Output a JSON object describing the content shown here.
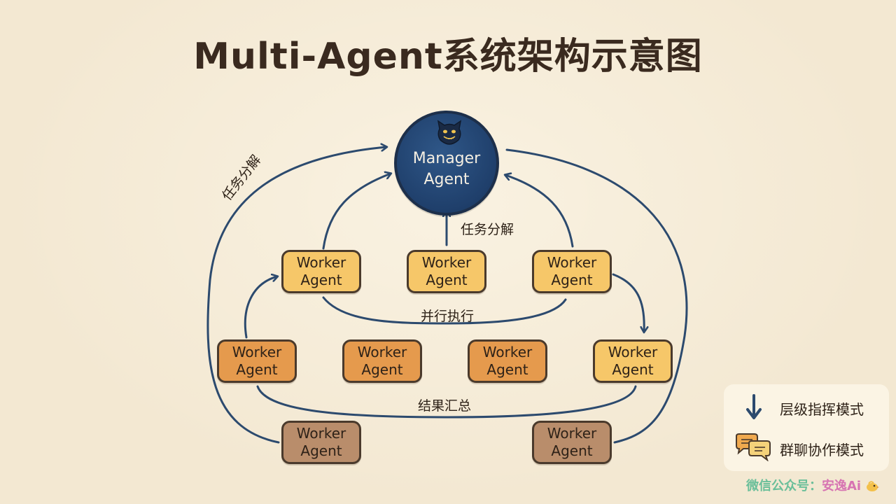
{
  "title": "Multi-Agent系统架构示意图",
  "manager": {
    "label_line1": "Manager",
    "label_line2": "Agent",
    "icon": "cat-face-icon"
  },
  "workers": [
    {
      "id": "w1",
      "line1": "Worker",
      "line2": "Agent",
      "color": "#f6c769"
    },
    {
      "id": "w2",
      "line1": "Worker",
      "line2": "Agent",
      "color": "#f6c769"
    },
    {
      "id": "w3",
      "line1": "Worker",
      "line2": "Agent",
      "color": "#f6c769"
    },
    {
      "id": "w4",
      "line1": "Worker",
      "line2": "Agent",
      "color": "#e59a4d"
    },
    {
      "id": "w5",
      "line1": "Worker",
      "line2": "Agent",
      "color": "#e59a4d"
    },
    {
      "id": "w6",
      "line1": "Worker",
      "line2": "Agent",
      "color": "#e59a4d"
    },
    {
      "id": "w7",
      "line1": "Worker",
      "line2": "Agent",
      "color": "#f6c769"
    },
    {
      "id": "w8",
      "line1": "Worker",
      "line2": "Agent",
      "color": "#b98d6b"
    },
    {
      "id": "w9",
      "line1": "Worker",
      "line2": "Agent",
      "color": "#b98d6b"
    }
  ],
  "edge_labels": {
    "task_left": "任务分解",
    "task_center": "任务分解",
    "parallel": "并行执行",
    "summary": "结果汇总"
  },
  "legend": {
    "hierarchy": {
      "label": "层级指挥模式",
      "icon": "down-arrow-icon"
    },
    "group_chat": {
      "label": "群聊协作模式",
      "icon": "chat-bubbles-icon"
    }
  },
  "watermark": {
    "prefix": "微信公众号：",
    "name": "安逸Ai"
  },
  "colors": {
    "manager": "#1f3f6b",
    "arrow": "#2c4a6e",
    "background": "#f3e8d2"
  }
}
